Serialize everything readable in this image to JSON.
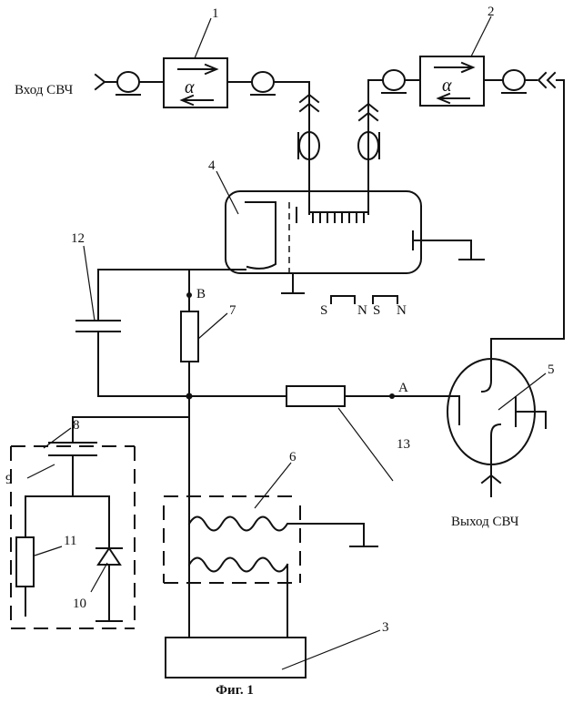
{
  "labels": {
    "input": "Вход СВЧ",
    "output": "Выход СВЧ",
    "caption": "Фиг. 1",
    "point_a": "A",
    "point_b": "B",
    "alpha1": "α",
    "alpha2": "α",
    "magnet_s1": "S",
    "magnet_n1": "N",
    "magnet_s2": "S",
    "magnet_n2": "N"
  },
  "callouts": [
    "1",
    "2",
    "3",
    "4",
    "5",
    "6",
    "7",
    "8",
    "9",
    "10",
    "11",
    "12",
    "13"
  ]
}
